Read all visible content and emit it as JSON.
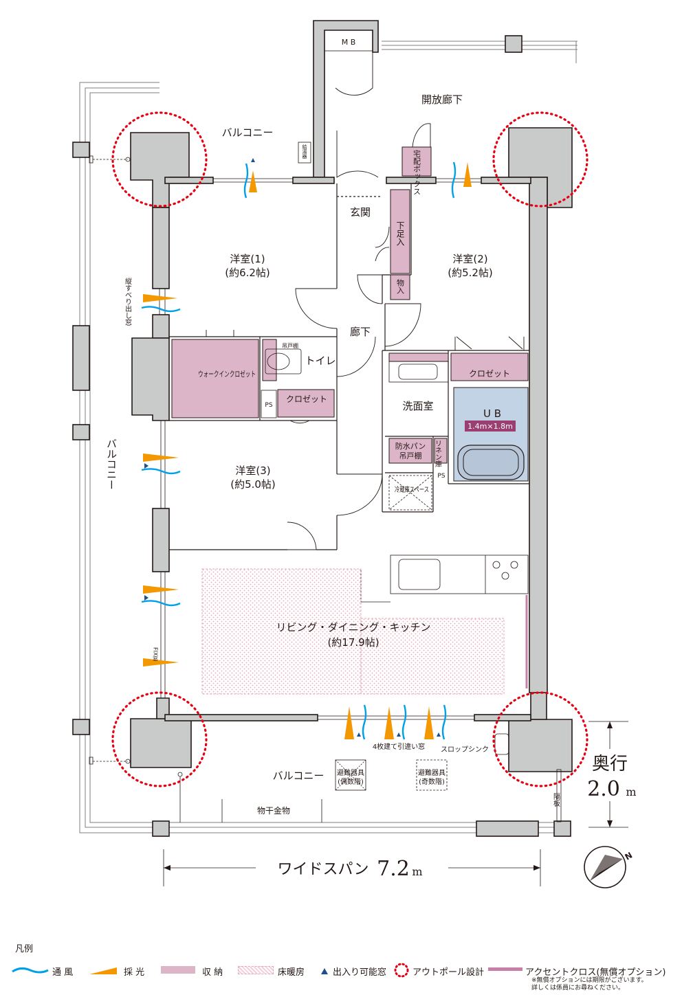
{
  "labels": {
    "mb": "M B",
    "open_corridor": "開放廊下",
    "balcony_top": "バルコニー",
    "meter": "給湯器",
    "delivery_box": "宅配ボックス",
    "entrance": "玄関",
    "shoe_storage": "下足入",
    "storage": "物入",
    "room1": "洋室(1)",
    "room1_size": "(約6.2帖)",
    "room2": "洋室(2)",
    "room2_size": "(約5.2帖)",
    "hallway": "廊下",
    "slide_window": "縦すべり出し窓",
    "walkin": "ウォークインクロゼット",
    "hanging_shelf": "吊戸棚",
    "toilet": "トイレ",
    "ps": "PS",
    "closet": "クロゼット",
    "closet2": "クロゼット",
    "washroom": "洗面室",
    "ub": "U B",
    "ub_size": "1.4m×1.8m",
    "waterproof_pan": "防水パン",
    "hanging_shelf2": "吊戸棚",
    "linen": "リネン庫",
    "ps2": "PS",
    "fridge": "冷蔵庫スペース",
    "balcony_side": "バルコニー",
    "room3": "洋室(3)",
    "room3_size": "(約5.0帖)",
    "ldk": "リビング・ダイニング・キッチン",
    "ldk_size": "(約17.9帖)",
    "fix_window": "FIX窓",
    "sliding_window": "4枚建て引違い窓",
    "slop_sink": "スロップシンク",
    "balcony_bottom": "バルコニー",
    "escape1": "避難器具",
    "escape1_sub": "(偶数階)",
    "escape2": "避難器具",
    "escape2_sub": "(奇数階)",
    "drying": "物干金物",
    "partition": "隔板",
    "depth_label": "奥行",
    "depth_value": "2.0",
    "depth_unit": "m",
    "span_label": "ワイドスパン",
    "span_value": "7.2",
    "span_unit": "m"
  },
  "legend": {
    "title": "凡例",
    "wind": "通 風",
    "light": "採 光",
    "storage": "収 納",
    "floor_heating": "床暖房",
    "entry_window": "出入り可能窓",
    "outpole": "アウトポール設計",
    "accent": "アクセントクロス(無償オプション)",
    "note": "※無償オプションには期限がございます。\n詳しくは係員にお尋ねください。"
  },
  "colors": {
    "wind": "#00a0e9",
    "light": "#f39800",
    "storage": "#dcb5c8",
    "floor_heating": "#e6a8b8",
    "entry_window": "#1d4f8a",
    "outpole": "#e60012",
    "accent": "#c87fa5",
    "ub": "#c2d3e6",
    "ub_label_bg": "#9b3e72",
    "wall": "#c9caca"
  }
}
